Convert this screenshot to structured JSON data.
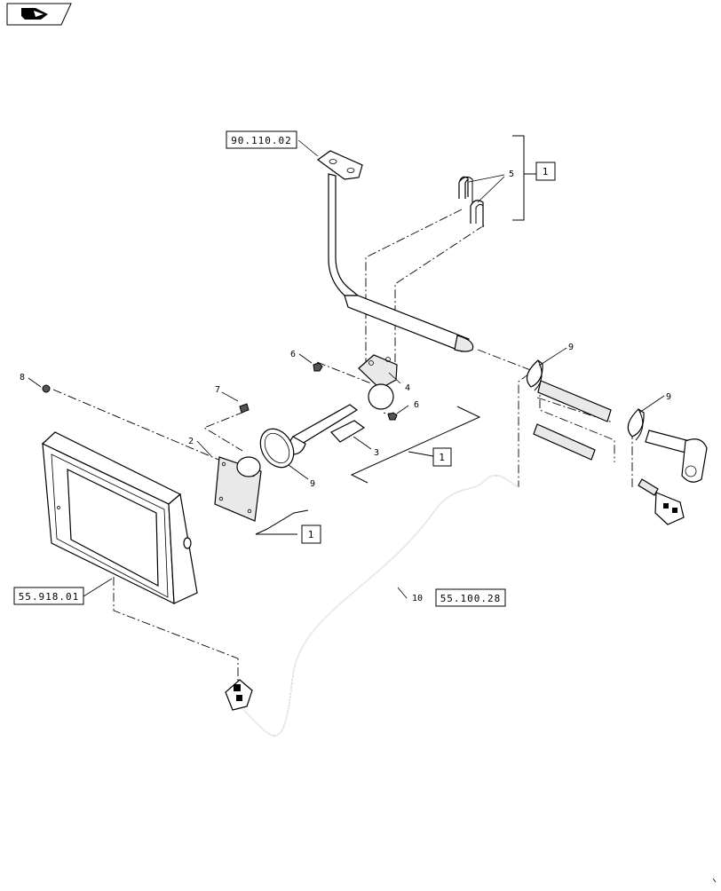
{
  "diagram": {
    "references": {
      "bracket_ref": "90.110.02",
      "display_ref": "55.918.01",
      "harness_ref": "55.100.28"
    },
    "kit_label": "1",
    "item_numbers": {
      "n2": "2",
      "n3": "3",
      "n4": "4",
      "n5": "5",
      "n6a": "6",
      "n6b": "6",
      "n7": "7",
      "n8": "8",
      "n9a": "9",
      "n9b": "9",
      "n9c": "9",
      "n10": "10"
    }
  }
}
